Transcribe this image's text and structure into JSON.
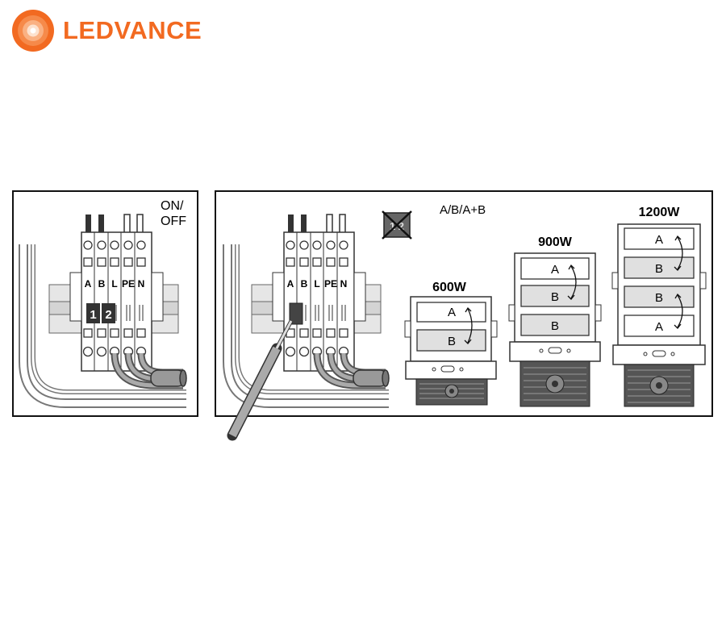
{
  "brand": {
    "name": "LEDVANCE",
    "color": "#f26a21"
  },
  "left_panel": {
    "switch_label_line1": "ON/",
    "switch_label_line2": "OFF",
    "terminals": [
      "A",
      "B",
      "L",
      "PE",
      "N"
    ],
    "dip_switch": [
      "1",
      "2"
    ]
  },
  "right_panel": {
    "terminals": [
      "A",
      "B",
      "L",
      "PE",
      "N"
    ],
    "mode_label": "A/B/A+B",
    "crossed_switch": "1 2",
    "fixtures": [
      {
        "wattage": "600W",
        "modules": [
          "A",
          "B"
        ]
      },
      {
        "wattage": "900W",
        "modules": [
          "A",
          "B",
          "B"
        ]
      },
      {
        "wattage": "1200W",
        "modules": [
          "A",
          "B",
          "B",
          "A"
        ]
      }
    ]
  },
  "icons": [
    "ledvance-logo-icon",
    "terminal-block-icon",
    "cable-icon",
    "screwdriver-icon",
    "crossed-switch-icon",
    "swap-arrow-icon",
    "floodlight-icon"
  ]
}
